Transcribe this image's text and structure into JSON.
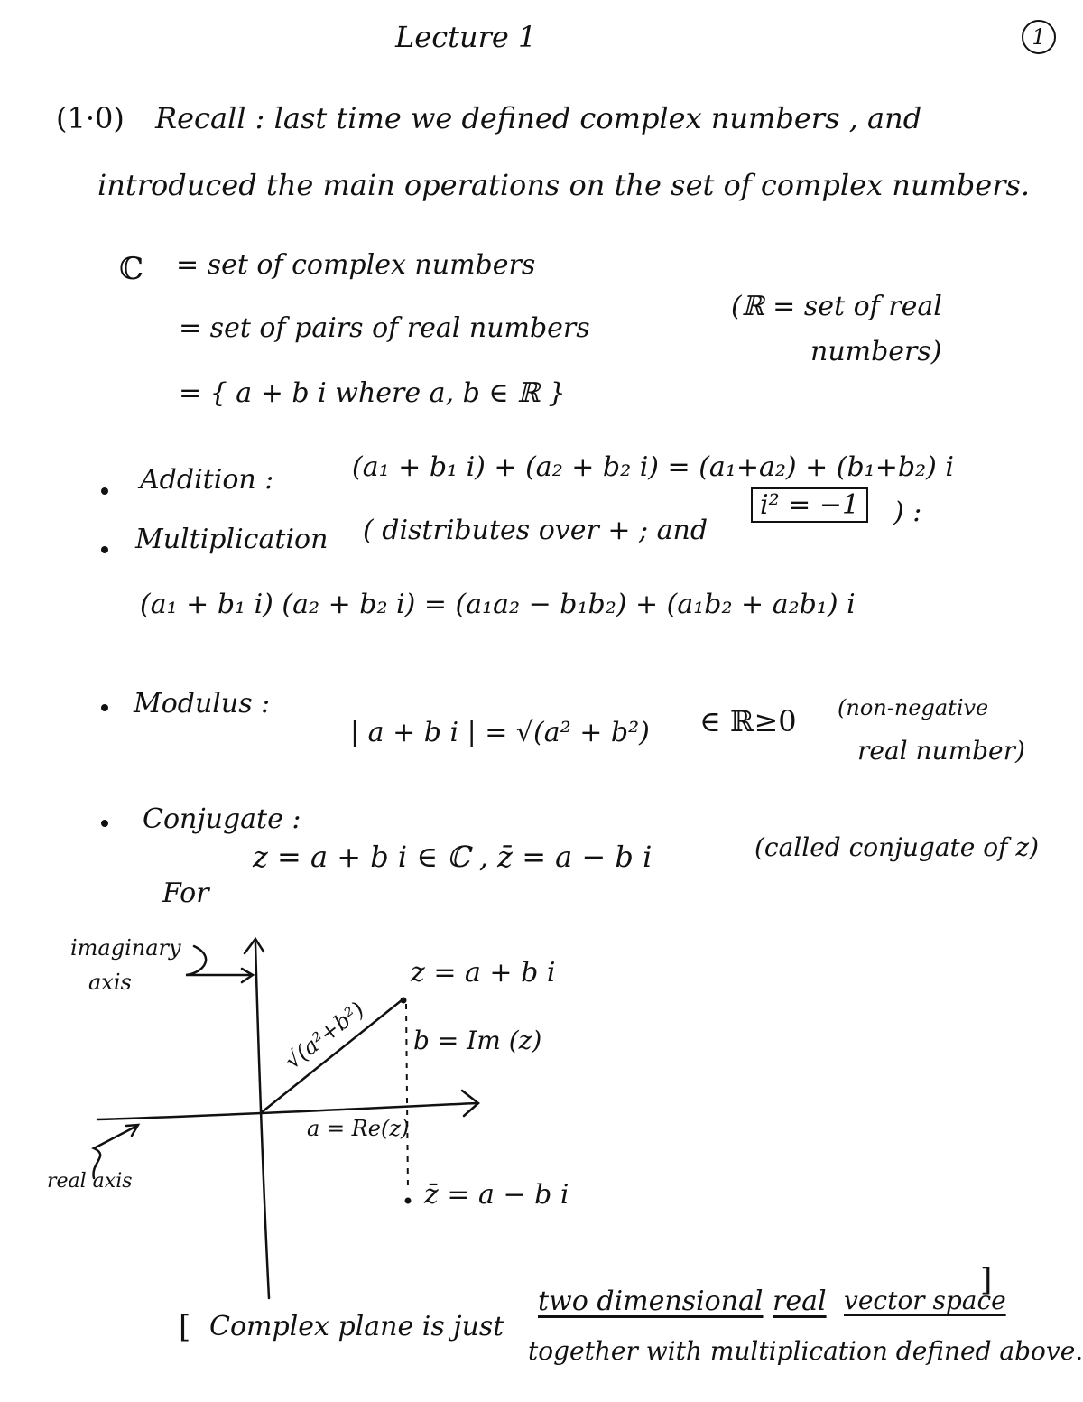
{
  "header": {
    "title": "Lecture 1",
    "page_number": "1"
  },
  "intro": {
    "label": "(1·0)",
    "line1": "Recall :  last time  we defined  complex numbers , and",
    "line2": "introduced  the  main  operations  on  the  set  of  complex numbers."
  },
  "definition": {
    "symbol": "ℂ",
    "eq1": "=  set  of  complex  numbers",
    "eq2": "=  set  of  pairs  of  real  numbers",
    "note": "(ℝ = set of real",
    "note2": "numbers)",
    "eq3": "=  { a + b i   where  a, b ∈ ℝ }"
  },
  "addition": {
    "label": "Addition :",
    "formula": "(a₁ + b₁ i)  +  (a₂ + b₂ i)  =  (a₁+a₂) + (b₁+b₂) i"
  },
  "multiplication": {
    "label": "Multiplication",
    "desc": "( distributes over + ;  and",
    "boxed": "i² = −1",
    "end": ") :",
    "formula": "(a₁ + b₁ i) (a₂ + b₂ i)  =  (a₁a₂ − b₁b₂) + (a₁b₂ + a₂b₁) i"
  },
  "modulus": {
    "label": "Modulus :",
    "formula": "| a + b i |  =  √(a² + b²)",
    "member": "∈  ℝ≥0",
    "note1": "(non-negative",
    "note2": "real number)"
  },
  "conjugate": {
    "label": "Conjugate :",
    "for": "For",
    "formula": "z = a + b i ∈ ℂ ,    z̄  =  a − b i",
    "note": "(called conjugate of z)"
  },
  "diagram": {
    "imag_axis_label_1": "imaginary",
    "imag_axis_label_2": "axis",
    "real_axis_label": "real axis",
    "z_label": "z = a + b i",
    "modulus_label": "√(a²+b²)",
    "im_label": "b = Im (z)",
    "re_label": "a = Re(z)",
    "conj_label": "z̄ = a − b i"
  },
  "footer": {
    "open": "[",
    "part1": "Complex  plane  is  just",
    "u1": "two  dimensional",
    "u2": "real",
    "u3": "vector space",
    "close": "]",
    "line2": "together  with  multiplication  defined  above."
  }
}
